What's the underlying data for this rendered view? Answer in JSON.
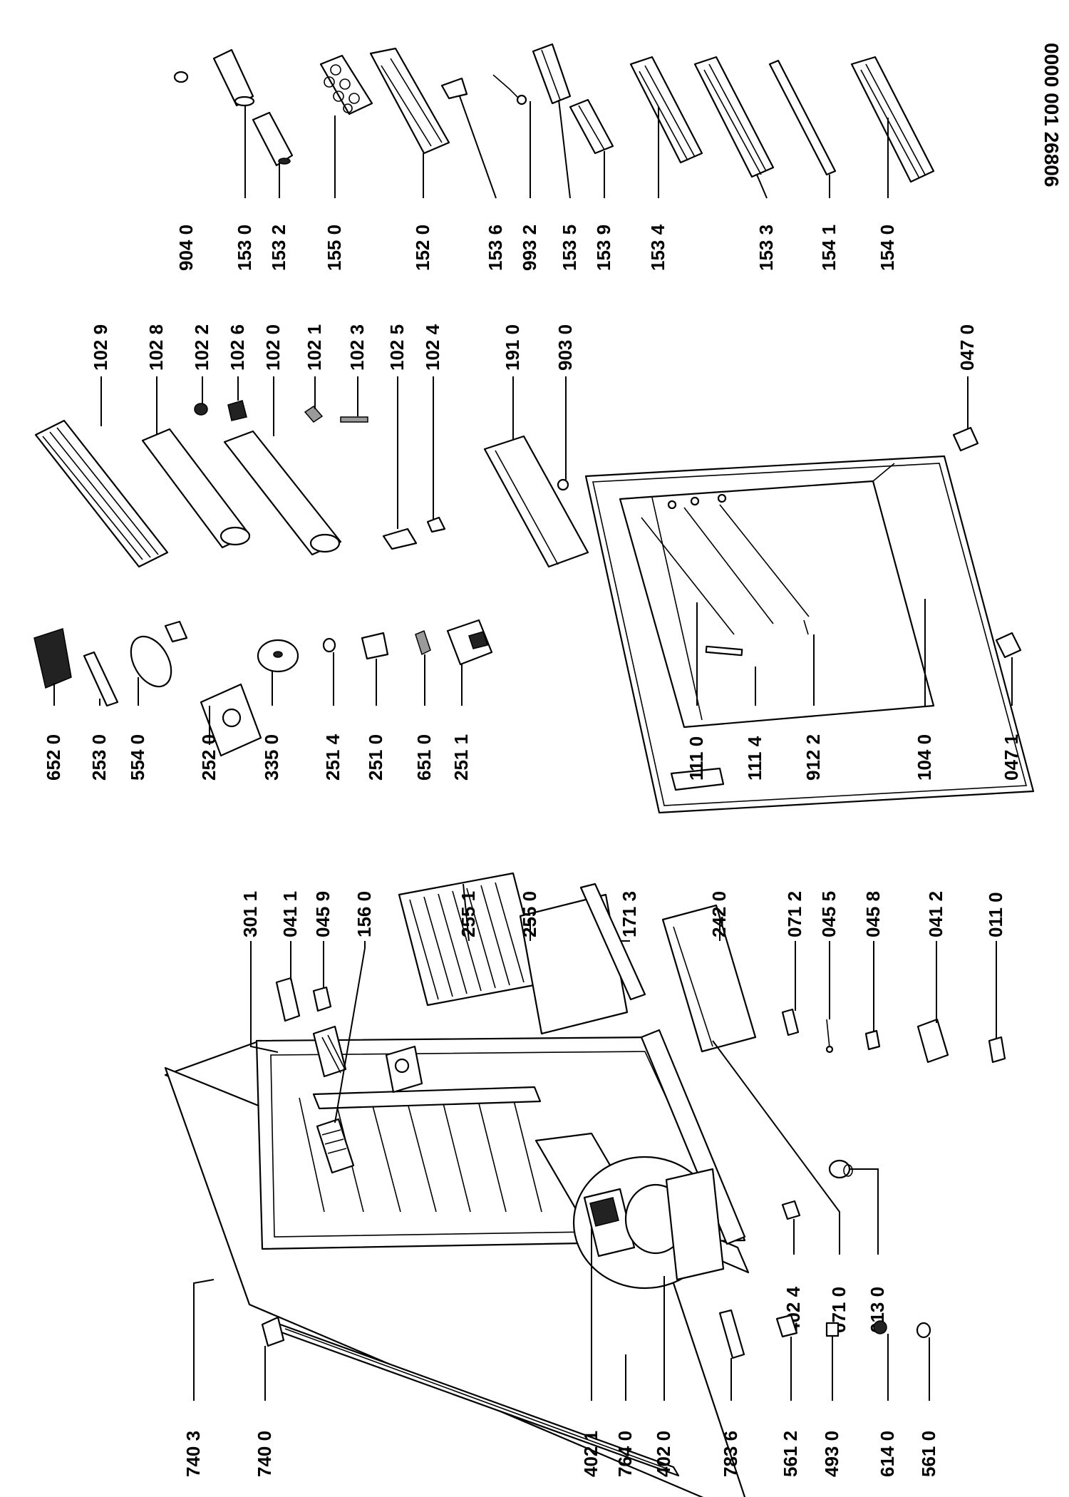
{
  "doc_code": "0000 001 26806",
  "labels": {
    "l_904_0": "904 0",
    "l_153_0": "153 0",
    "l_153_2": "153 2",
    "l_155_0": "155 0",
    "l_152_0": "152 0",
    "l_153_6": "153 6",
    "l_993_2": "993 2",
    "l_153_5": "153 5",
    "l_153_9": "153 9",
    "l_153_4": "153 4",
    "l_153_3": "153 3",
    "l_154_1": "154 1",
    "l_154_0": "154 0",
    "l_102_9": "102 9",
    "l_102_8": "102 8",
    "l_102_2": "102 2",
    "l_102_6": "102 6",
    "l_102_0": "102 0",
    "l_102_1": "102 1",
    "l_102_3": "102 3",
    "l_102_5": "102 5",
    "l_102_4": "102 4",
    "l_191_0": "191 0",
    "l_903_0": "903 0",
    "l_047_0": "047 0",
    "l_652_0": "652 0",
    "l_253_0": "253 0",
    "l_554_0": "554 0",
    "l_252_0": "252 0",
    "l_335_0": "335 0",
    "l_251_4": "251 4",
    "l_251_0": "251 0",
    "l_651_0": "651 0",
    "l_251_1": "251 1",
    "l_111_0": "111 0",
    "l_111_4": "111 4",
    "l_912_2": "912 2",
    "l_104_0": "104 0",
    "l_047_1": "047 1",
    "l_301_1": "301  1",
    "l_041_1": "041 1",
    "l_045_9": "045 9",
    "l_156_0": "156 0",
    "l_255_1": "255 1",
    "l_255_0": "255 0",
    "l_171_3": "171 3",
    "l_242_0": "242 0",
    "l_071_2": "071 2",
    "l_045_5": "045 5",
    "l_045_8": "045 8",
    "l_041_2": "041 2",
    "l_011_0": "011 0",
    "l_402_4": "402 4",
    "l_071_0": "071 0",
    "l_013_0": "013 0",
    "l_740_3": "740 3",
    "l_740_0": "740 0",
    "l_402_1": "402 1",
    "l_764_0": "764 0",
    "l_402_0": "402 0",
    "l_783_6": "783 6",
    "l_561_2": "561 2",
    "l_493_0": "493 0",
    "l_614_0": "614 0",
    "l_561_0": "561 0"
  }
}
